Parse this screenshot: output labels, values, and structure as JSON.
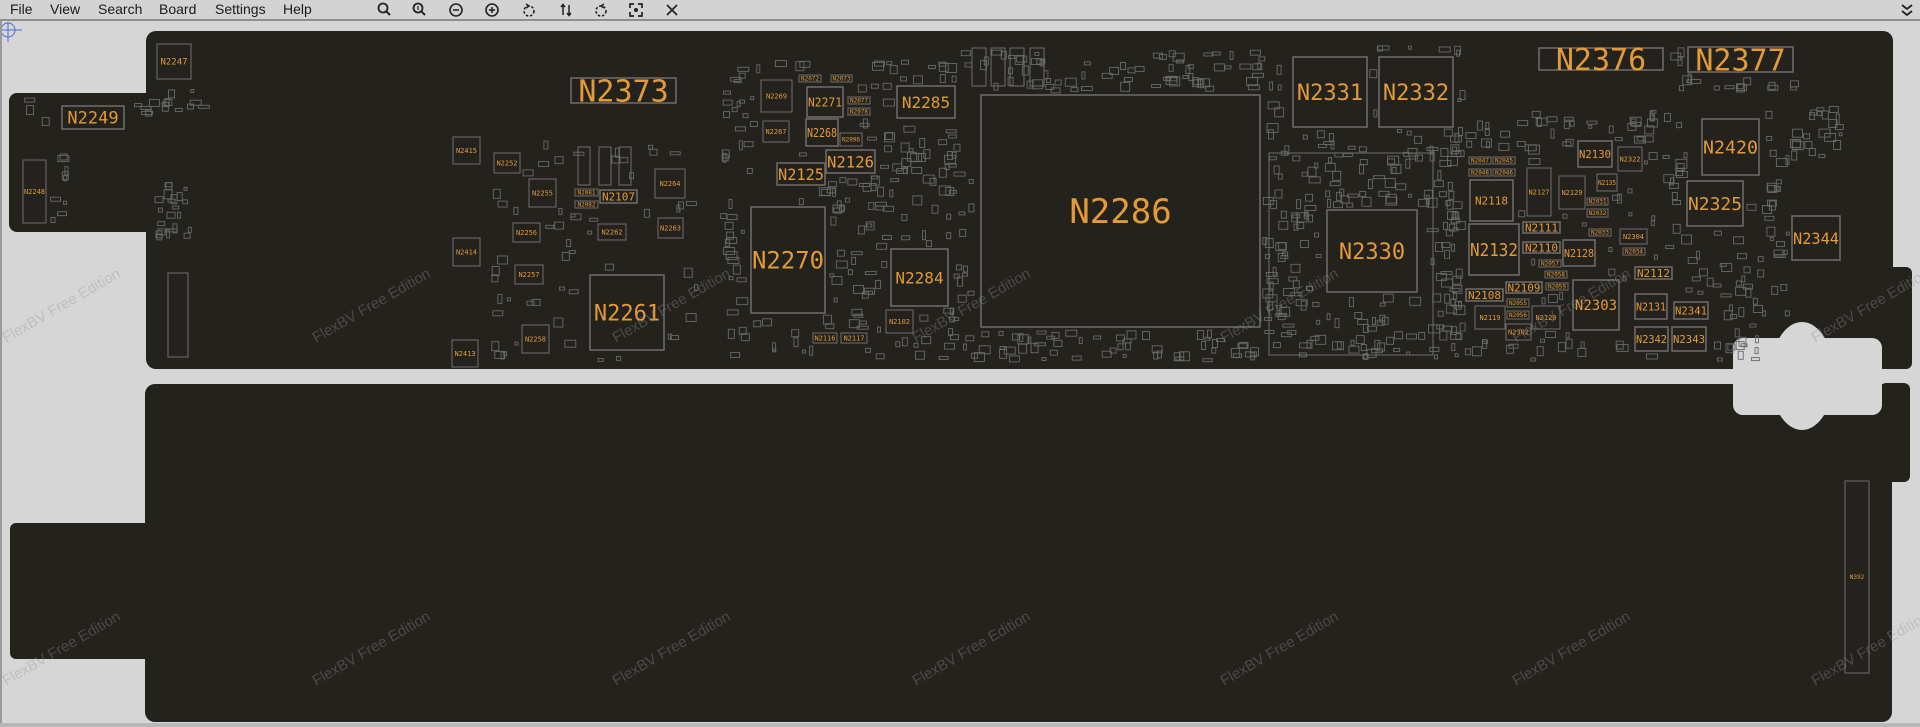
{
  "menu": {
    "items": [
      "File",
      "View",
      "Search",
      "Board",
      "Settings",
      "Help"
    ]
  },
  "toolbar": {
    "icons": [
      "zoom-out-icon",
      "zoom-in-icon",
      "minus-circle-icon",
      "plus-circle-icon",
      "rotate-ccw-icon",
      "flip-icon",
      "rotate-cw-icon",
      "fit-view-icon",
      "close-icon"
    ],
    "overflow_icon": "chevron-double-down-icon"
  },
  "watermark": "FlexBV Free Edition",
  "colors": {
    "background": "#d6d6d6",
    "board": "#24221d",
    "outline": "#6e6e6e",
    "label": "#e39a37"
  },
  "board": {
    "components": [
      "N2247",
      "N2249",
      "N2248",
      "N2373",
      "N2415",
      "N2414",
      "N2413",
      "N2252",
      "N2255",
      "N2256",
      "N2257",
      "N2258",
      "N2261",
      "N2107",
      "N2081",
      "N2082",
      "N2264",
      "N2263",
      "N2262",
      "N2269",
      "N2072",
      "N2073",
      "N2271",
      "N2077",
      "N2078",
      "N2285",
      "N2267",
      "N2268",
      "N2096",
      "N2126",
      "N2125",
      "N2270",
      "N2284",
      "N2102",
      "N2116",
      "N2117",
      "N2286",
      "N2331",
      "N2332",
      "N2330",
      "N2376",
      "N2377",
      "N2047",
      "N2045",
      "N2048",
      "N2046",
      "N2118",
      "N2127",
      "N2129",
      "N2130",
      "N2322",
      "N2135",
      "N2031",
      "N2032",
      "N2033",
      "N2304",
      "N2034",
      "N2420",
      "N2325",
      "N2344",
      "N2132",
      "N2111",
      "N2110",
      "N2128",
      "N2057",
      "N2058",
      "N2059",
      "N2112",
      "N2109",
      "N2108",
      "N2055",
      "N2056",
      "N2119",
      "N2120",
      "N2302",
      "N2303",
      "N2131",
      "N2341",
      "N2342",
      "N2343",
      "N392"
    ]
  }
}
